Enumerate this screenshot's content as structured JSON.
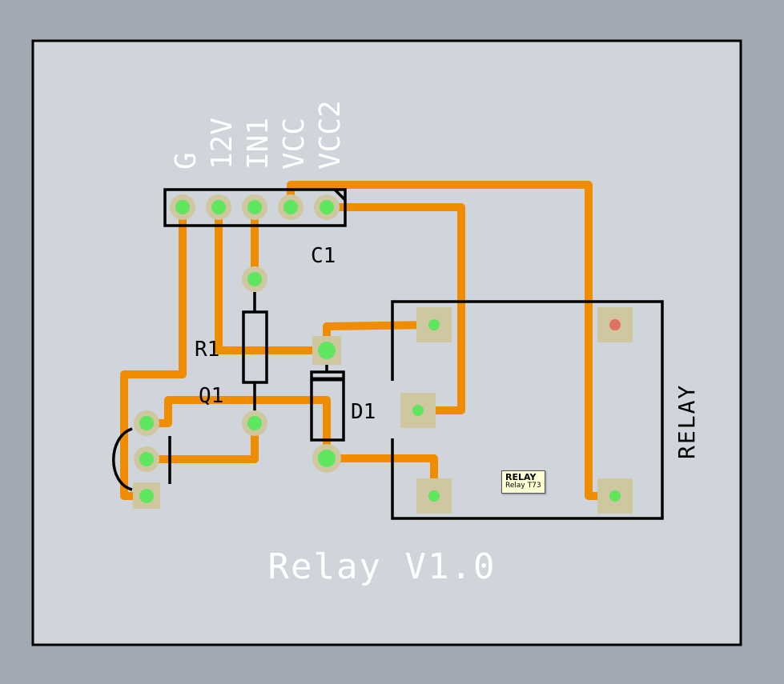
{
  "colors": {
    "background": "#a1a9b3",
    "board": "#d0d4db",
    "trace": "#f08c00",
    "silkscreen_white": "#ffffff",
    "silkscreen_black": "#000000",
    "pad_ring": "#cfc7a0",
    "pad_center": "#5ee65e",
    "pad_center_marked": "#e07060"
  },
  "header_pins": [
    "G",
    "12V",
    "IN1",
    "VCC",
    "VCC2"
  ],
  "header_pin_labels": {
    "pin1": "G",
    "pin2": "12V",
    "pin3": "IN1",
    "pin4": "VCC",
    "pin5": "VCC2"
  },
  "labels": {
    "c1": "C1",
    "r1": "R1",
    "q1": "Q1",
    "d1": "D1",
    "relay": "RELAY",
    "board_title": "Relay V1.0"
  },
  "tooltip": {
    "title": "RELAY",
    "subtitle": "Relay T73"
  }
}
